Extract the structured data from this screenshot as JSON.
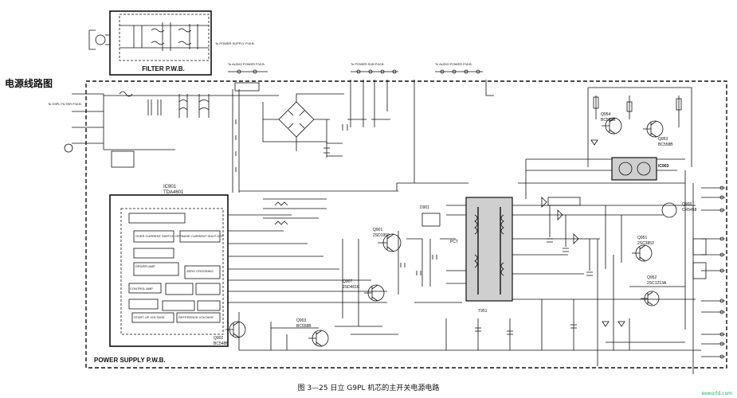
{
  "section_heading": "电源线路图",
  "blocks": {
    "filter": "FILTER P.W.B.",
    "power_supply": "POWER SUPPLY P.W.B.",
    "ic": "IC901",
    "ic_part": "TDA4601"
  },
  "connectors": {
    "to_power_supply": "To POWER SUPPLY P.W.B.",
    "to_audio_power_1": "To AUDIO POWER P.W.B.",
    "to_power_sub": "To POWER SUB P.W.B.",
    "to_audio_power_2": "To AUDIO POWER P.W.B.",
    "to_filter": "To G9PL FILTER P.W.B."
  },
  "ic_functions": [
    "OVER CURRENT SWITCH OFF",
    "BASE CURRENT SHUT OFF",
    "DRIVER AMP",
    "ZERO CROSSING",
    "CONTROL AMP",
    "START UP VOLTAGE",
    "REFERENCE VOLTAGE"
  ],
  "parts": {
    "q901": "Q901",
    "q901_type": "2SD1959",
    "q902": "Q902",
    "q902_type": "BC548B",
    "q903": "Q903",
    "q903_type": "BC558B",
    "q907": "Q907",
    "q907_type": "2SD401K",
    "q951": "Q951",
    "q951_type": "2SC3852",
    "q952": "Q952",
    "q952_type": "2SC1213A",
    "q953": "Q953",
    "q953_type": "BC558B",
    "q954": "Q954",
    "q954_type": "BC558B",
    "q906": "Q906",
    "q906_type": "CR5458",
    "ic903": "IC903",
    "t951": "T951",
    "d901": "D901",
    "pct": "PCT"
  },
  "caption": {
    "fig": "图 3—25",
    "text": "日立 G9PL 机芯的主开关电源电路"
  },
  "watermark": "eeworld.com"
}
